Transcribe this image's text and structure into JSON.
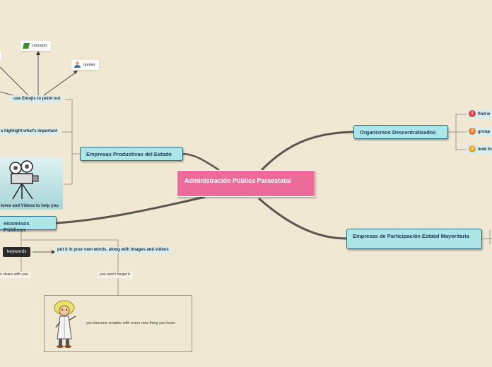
{
  "map": {
    "central": "Administración Pública Paraestatal",
    "main": {
      "organismos": "Organismos Descentralizados",
      "participacion": "Empresas de Participación Estatal Mayoritaria",
      "productivas": "Empresas Productivas del Estado",
      "fideicomisos": "eicomisos Públicos"
    },
    "organismos_children": [
      {
        "num": "1",
        "label": "find w",
        "color": "#e0443b"
      },
      {
        "num": "2",
        "label": "group",
        "color": "#ef7a22"
      },
      {
        "num": "3",
        "label": "look fo",
        "color": "#e5a722"
      }
    ],
    "productivas_children": {
      "emojis": "use Emojis to point out",
      "highlight": "s highlight what's important",
      "pictures": "tures and Videos to help you"
    },
    "emoji_children": {
      "concepts": "concepts",
      "quotes": "quotes"
    },
    "fideicomisos_children": {
      "keywords": "keywords",
      "words": "put it in your own words, along with images and videos",
      "share": "s share with you",
      "forget": "you won't forget it",
      "smarter": "you become smarter with every new thing you learn"
    }
  },
  "colors": {
    "background": "#f1e8d3",
    "central": "#ec6b98",
    "main_fill": "#aee5e6",
    "branch": "#5a554d"
  }
}
